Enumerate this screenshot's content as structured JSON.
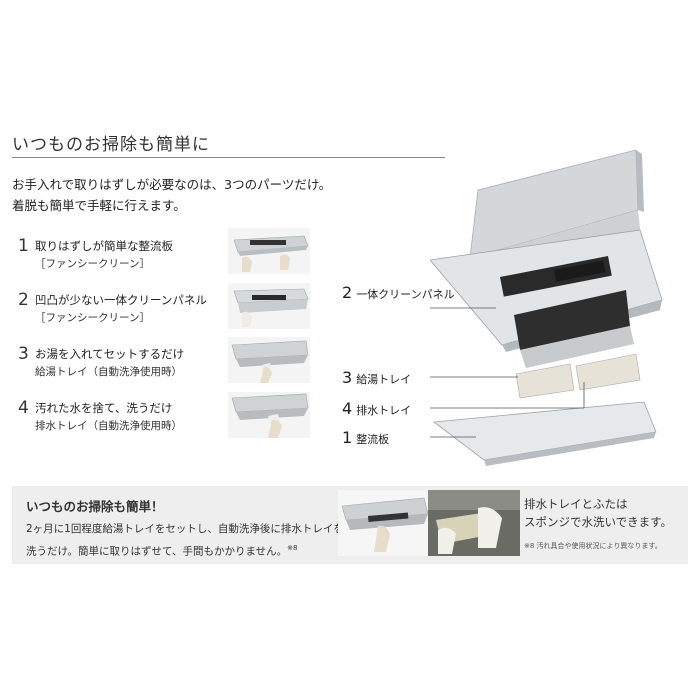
{
  "heading": "いつものお掃除も簡単に",
  "intro": {
    "line1": "お手入れで取りはずしが必要なのは、3つのパーツだけ。",
    "line2": "着脱も簡単で手軽に行えます。"
  },
  "items": [
    {
      "num": "1",
      "line1": "取りはずしが簡単な整流板",
      "line2": "［ファンシークリーン］"
    },
    {
      "num": "2",
      "line1": "凹凸が少ない一体クリーンパネル",
      "line2": "［ファンシークリーン］"
    },
    {
      "num": "3",
      "line1": "お湯を入れてセットするだけ",
      "line2": "給湯トレイ（自動洗浄使用時）"
    },
    {
      "num": "4",
      "line1": "汚れた水を捨て、洗うだけ",
      "line2": "排水トレイ（自動洗浄使用時）"
    }
  ],
  "callouts": [
    {
      "num": "2",
      "label": "一体クリーンパネル"
    },
    {
      "num": "3",
      "label": "給湯トレイ"
    },
    {
      "num": "4",
      "label": "排水トレイ"
    },
    {
      "num": "1",
      "label": "整流板"
    }
  ],
  "bottom": {
    "title": "いつものお掃除も簡単！",
    "line1": "2ヶ月に1回程度給湯トレイをセットし、自動洗浄後に排水トレイを",
    "line2": "洗うだけ。簡単に取りはずせて、手間もかかりません。",
    "sup": "※8",
    "right_line1": "排水トレイとふたは",
    "right_line2": "スポンジで水洗いできます。",
    "note": "※8 汚れ具合や使用状況により異なります。"
  }
}
